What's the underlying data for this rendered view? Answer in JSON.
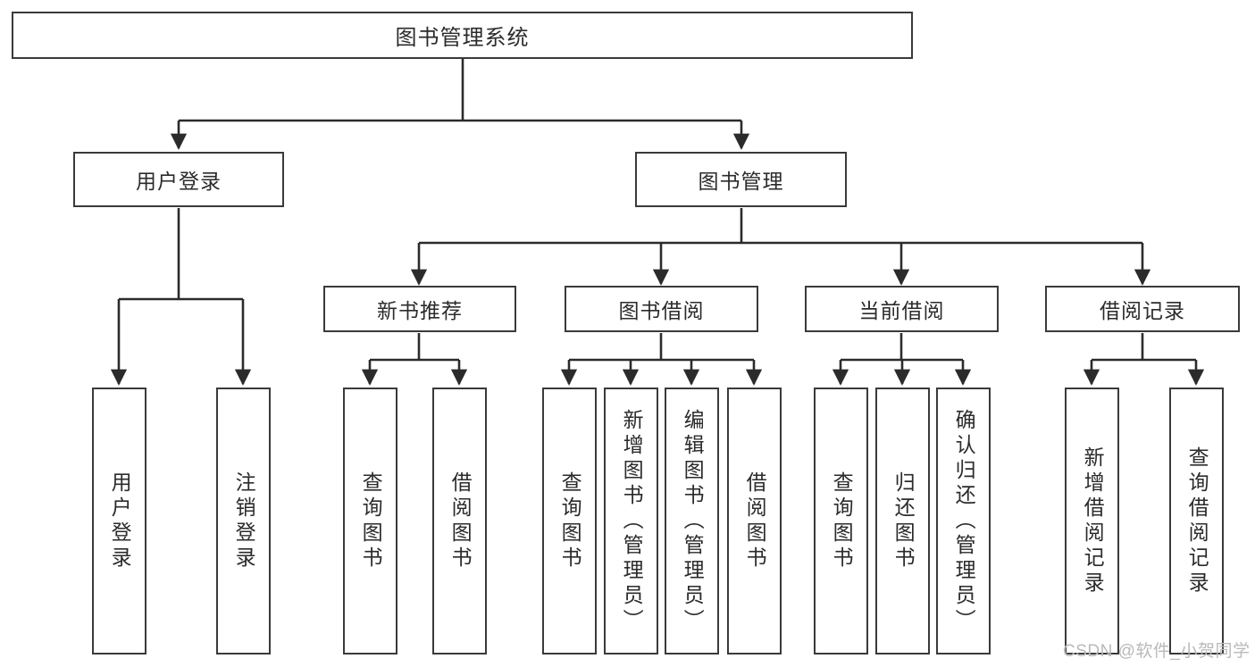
{
  "diagram": {
    "type": "tree-hierarchy-chart",
    "title": "图书管理系统",
    "background_color": "#ffffff",
    "box_border_color": "#3a3a3a",
    "edge_color": "#2b2b2b",
    "text_color": "#2b2b2b",
    "watermark": "CSDN @软件_小贺同学",
    "watermark_color": "#b9b9b9"
  },
  "nodes": {
    "root": {
      "label": "图书管理系统",
      "level": 1
    },
    "level2": [
      {
        "id": "user-login",
        "label": "用户登录"
      },
      {
        "id": "book-management",
        "label": "图书管理"
      }
    ],
    "level3": [
      {
        "id": "new-book-recommend",
        "label": "新书推荐",
        "parent": "book-management"
      },
      {
        "id": "book-borrow",
        "label": "图书借阅",
        "parent": "book-management"
      },
      {
        "id": "current-borrow",
        "label": "当前借阅",
        "parent": "book-management"
      },
      {
        "id": "borrow-record",
        "label": "借阅记录",
        "parent": "book-management"
      }
    ],
    "leaves": [
      {
        "id": "leaf-user-login",
        "label": "用户登录",
        "parent": "user-login"
      },
      {
        "id": "leaf-logout-login",
        "label": "注销登录",
        "parent": "user-login"
      },
      {
        "id": "leaf-query-book-1",
        "label": "查询图书",
        "parent": "new-book-recommend"
      },
      {
        "id": "leaf-borrow-book-1",
        "label": "借阅图书",
        "parent": "new-book-recommend"
      },
      {
        "id": "leaf-query-book-2",
        "label": "查询图书",
        "parent": "book-borrow"
      },
      {
        "id": "leaf-add-book",
        "label": "新增图书（管理员）",
        "parent": "book-borrow"
      },
      {
        "id": "leaf-edit-book",
        "label": "编辑图书（管理员）",
        "parent": "book-borrow"
      },
      {
        "id": "leaf-borrow-book-2",
        "label": "借阅图书",
        "parent": "book-borrow"
      },
      {
        "id": "leaf-query-book-3",
        "label": "查询图书",
        "parent": "current-borrow"
      },
      {
        "id": "leaf-return-book",
        "label": "归还图书",
        "parent": "current-borrow"
      },
      {
        "id": "leaf-confirm-return",
        "label": "确认归还（管理员）",
        "parent": "current-borrow"
      },
      {
        "id": "leaf-add-record",
        "label": "新增借阅记录",
        "parent": "borrow-record"
      },
      {
        "id": "leaf-query-record",
        "label": "查询借阅记录",
        "parent": "borrow-record"
      }
    ]
  }
}
